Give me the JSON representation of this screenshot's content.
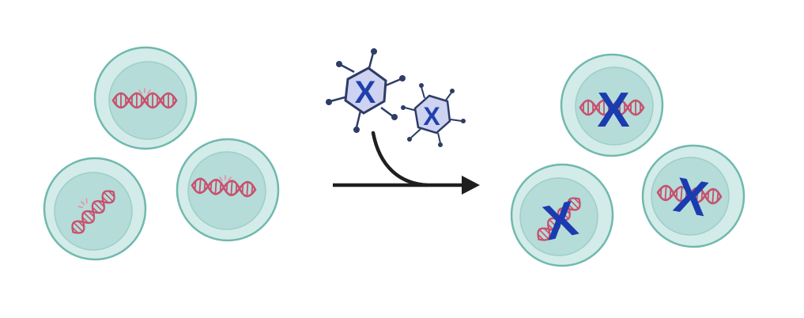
{
  "diagram": {
    "before_cells": [
      {
        "label": "",
        "state": "mutated-dna"
      },
      {
        "label": "",
        "state": "mutated-dna"
      },
      {
        "label": "",
        "state": "mutated-dna"
      }
    ],
    "vectors": [
      {
        "label": "X",
        "kind": "viral-vector-large"
      },
      {
        "label": "X",
        "kind": "viral-vector-small"
      }
    ],
    "after_cells": [
      {
        "label": "X",
        "state": "dna-with-blocker"
      },
      {
        "label": "X",
        "state": "dna-with-blocker"
      },
      {
        "label": "X",
        "state": "dna-with-blocker"
      }
    ]
  },
  "colors": {
    "cell_outer_fill": "#d3ebe9",
    "cell_outer_stroke": "#6fb9ad",
    "cell_inner_fill": "#b5dcd8",
    "cell_inner_stroke": "#9ccfc8",
    "dna": "#c8506e",
    "mutation_mark": "#e88aa0",
    "vector_fill": "#cdd3f0",
    "vector_stroke": "#2e3c66",
    "vector_x": "#1f3fae",
    "blocker_x": "#1a3cb0",
    "arrow": "#1f1f1f"
  }
}
